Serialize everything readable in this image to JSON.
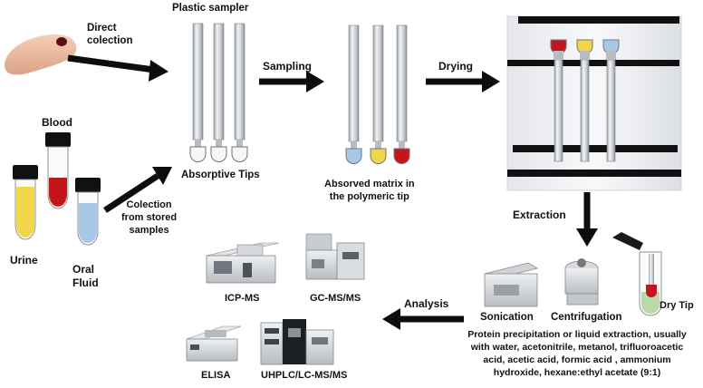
{
  "labels": {
    "direct_collection": "Direct\ncolection",
    "plastic_sampler": "Plastic sampler",
    "sampling": "Sampling",
    "drying": "Drying",
    "absorptive_tips": "Absorptive Tips",
    "absorved_matrix": "Absorved matrix in\nthe polymeric tip",
    "blood": "Blood",
    "urine": "Urine",
    "oral_fluid": "Oral\nFluid",
    "collection_stored": "Colection\nfrom stored\nsamples",
    "extraction": "Extraction",
    "dry_tip": "Dry Tip",
    "sonication": "Sonication",
    "centrifugation": "Centrifugation",
    "analysis": "Analysis",
    "icp_ms": "ICP-MS",
    "gc_ms": "GC-MS/MS",
    "elisa": "ELISA",
    "uhplc": "UHPLC/LC-MS/MS",
    "extraction_note": "Protein precipitation or liquid extraction, usually\nwith water, acetonitrile, metanol, trifluoroacetic\nacid, acetic acid, formic acid , ammonium\nhydroxide, hexane:ethyl acetate (9:1)"
  },
  "colors": {
    "arrow": "#0d0d0d",
    "tip_blue": "#a8c8ea",
    "tip_yellow": "#f1d64a",
    "tip_red": "#c3161c",
    "rack_bar": "#111111"
  }
}
